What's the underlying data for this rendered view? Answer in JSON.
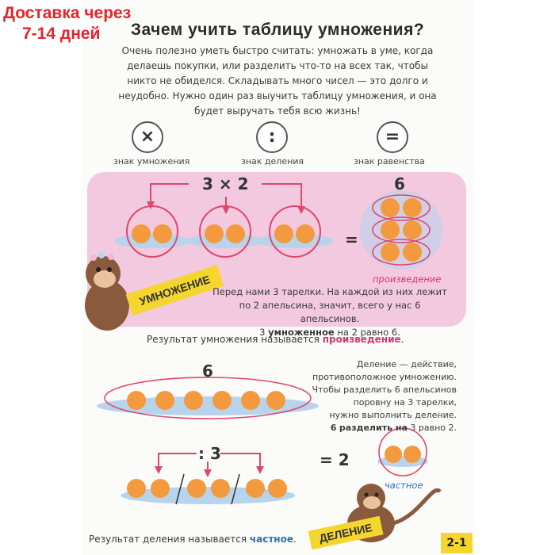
{
  "promo": {
    "line1": "Доставка через",
    "line2": "7-14 дней"
  },
  "title": "Зачем учить таблицу умножения?",
  "intro": "Очень полезно уметь быстро считать: умножать в уме, когда делаешь покупки, или разделить что-то на всех так, чтобы никто не обиделся. Складывать много чисел — это долго и неудобно. Нужно один раз выучить таблицу умножения, и она будет выручать тебя всю жизнь!",
  "signs": [
    {
      "symbol": "×",
      "caption": "знак умножения"
    },
    {
      "symbol": ":",
      "caption": "знак деления"
    },
    {
      "symbol": "=",
      "caption": "знак равенства"
    }
  ],
  "multiplication": {
    "expression": "3 × 2",
    "equals": "=",
    "result": "6",
    "result_label": "произведение",
    "banner": "УМНОЖЕНИЕ",
    "explanation_1": "Перед нами 3 тарелки. На каждой из них лежит",
    "explanation_2": "по 2 апельсина, значит, всего у нас 6 апельсинов.",
    "explanation_3a": "3",
    "explanation_3b": "умноженное",
    "explanation_3c": "на 2 равно 6."
  },
  "multiplication_summary": {
    "before": "Результат умножения называется",
    "term": "произведение",
    "after": "."
  },
  "division": {
    "total": "6",
    "expression": ": 3",
    "equals": "= 2",
    "result_label": "частное",
    "banner": "ДЕЛЕНИЕ",
    "expl_1": "Деление — действие,",
    "expl_2": "противоположное умножению.",
    "expl_3": "Чтобы разделить 6 апельсинов",
    "expl_4": "поровну на 3 тарелки,",
    "expl_5": "нужно выполнить деление.",
    "expl_6a": "6",
    "expl_6b": "разделить на",
    "expl_6c": "3 равно 2."
  },
  "division_summary": {
    "before": "Результат деления называется",
    "term": "частное",
    "after": "."
  },
  "page_number": "2-1",
  "colors": {
    "orange": "#f39a3e",
    "plate": "#b7d4ec",
    "pink": "#d9366e",
    "red_line": "#e0476b",
    "banner": "#f5d62e"
  }
}
